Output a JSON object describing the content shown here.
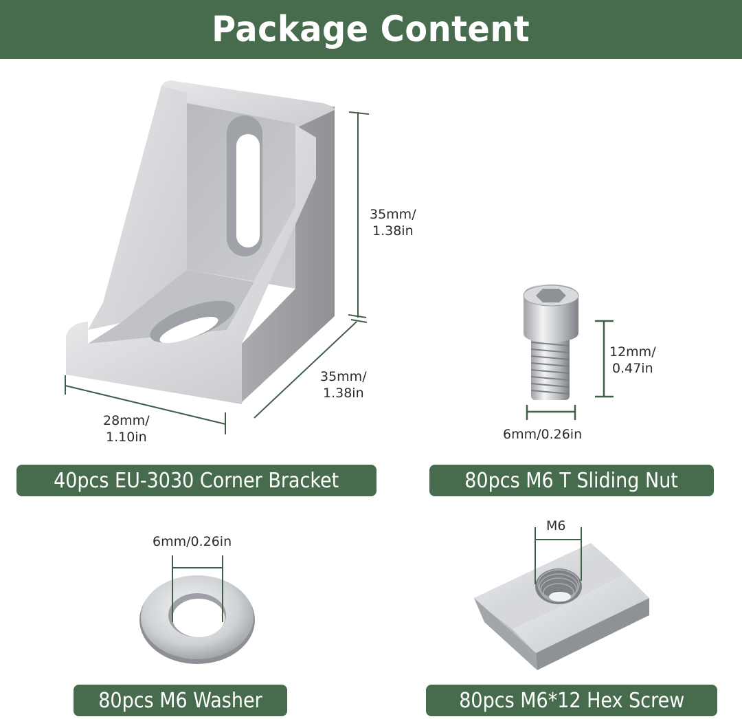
{
  "header": {
    "title": "Package Content"
  },
  "colors": {
    "accent_green": "#476b4d",
    "dimension_line": "#3e5e45",
    "text_dark": "#2b2b2b"
  },
  "items": [
    {
      "label": "40pcs EU-3030 Corner Bracket",
      "icon": "corner-bracket",
      "dimensions": {
        "height": [
          "35mm/",
          "1.38in"
        ],
        "depth": [
          "35mm/",
          "1.38in"
        ],
        "width": [
          "28mm/",
          "1.10in"
        ]
      }
    },
    {
      "label": "80pcs M6 T Sliding Nut",
      "icon": "hex-socket-screw",
      "dimensions": {
        "length": [
          "12mm/",
          "0.47in"
        ],
        "diameter": "6mm/0.26in"
      }
    },
    {
      "label": "80pcs M6 Washer",
      "icon": "flat-washer",
      "dimensions": {
        "inner_diameter": "6mm/0.26in"
      }
    },
    {
      "label": "80pcs M6*12 Hex Screw",
      "icon": "t-sliding-nut",
      "dimensions": {
        "thread": "M6"
      }
    }
  ]
}
